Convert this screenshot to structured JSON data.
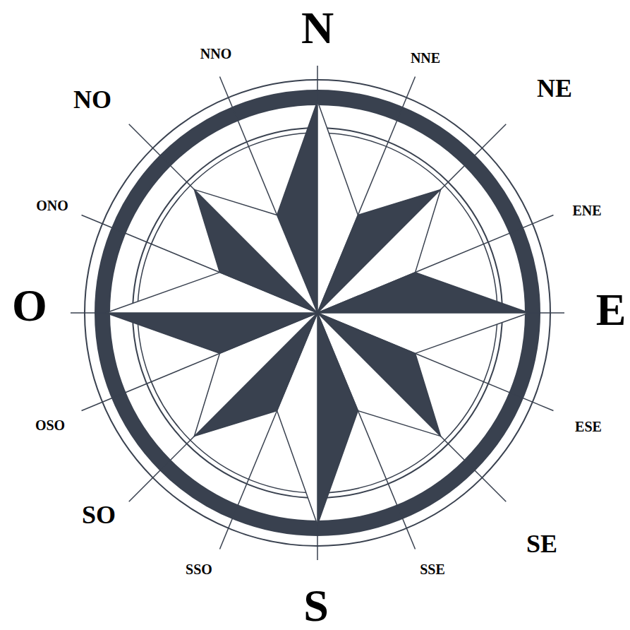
{
  "diagram": {
    "labels": [
      "N",
      "NNE",
      "NE",
      "ENE",
      "E",
      "ESE",
      "SE",
      "SSE",
      "S",
      "SSO",
      "SO",
      "OSO",
      "O",
      "ONO",
      "NO",
      "NNO"
    ]
  }
}
